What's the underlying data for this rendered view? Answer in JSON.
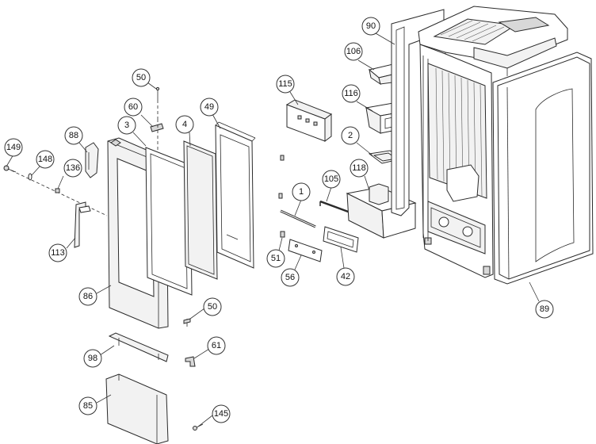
{
  "callouts": [
    {
      "id": "c149",
      "label": "149"
    },
    {
      "id": "c148",
      "label": "148"
    },
    {
      "id": "c136",
      "label": "136"
    },
    {
      "id": "c88",
      "label": "88"
    },
    {
      "id": "c113",
      "label": "113"
    },
    {
      "id": "c86",
      "label": "86"
    },
    {
      "id": "c3",
      "label": "3"
    },
    {
      "id": "c60",
      "label": "60"
    },
    {
      "id": "c50a",
      "label": "50"
    },
    {
      "id": "c4",
      "label": "4"
    },
    {
      "id": "c49",
      "label": "49"
    },
    {
      "id": "c50b",
      "label": "50"
    },
    {
      "id": "c98",
      "label": "98"
    },
    {
      "id": "c61",
      "label": "61"
    },
    {
      "id": "c85",
      "label": "85"
    },
    {
      "id": "c145",
      "label": "145"
    },
    {
      "id": "c115",
      "label": "115"
    },
    {
      "id": "c1",
      "label": "1"
    },
    {
      "id": "c105",
      "label": "105"
    },
    {
      "id": "c51",
      "label": "51"
    },
    {
      "id": "c56",
      "label": "56"
    },
    {
      "id": "c42",
      "label": "42"
    },
    {
      "id": "c118",
      "label": "118"
    },
    {
      "id": "c2",
      "label": "2"
    },
    {
      "id": "c116",
      "label": "116"
    },
    {
      "id": "c106",
      "label": "106"
    },
    {
      "id": "c90",
      "label": "90"
    },
    {
      "id": "c89",
      "label": "89"
    }
  ]
}
